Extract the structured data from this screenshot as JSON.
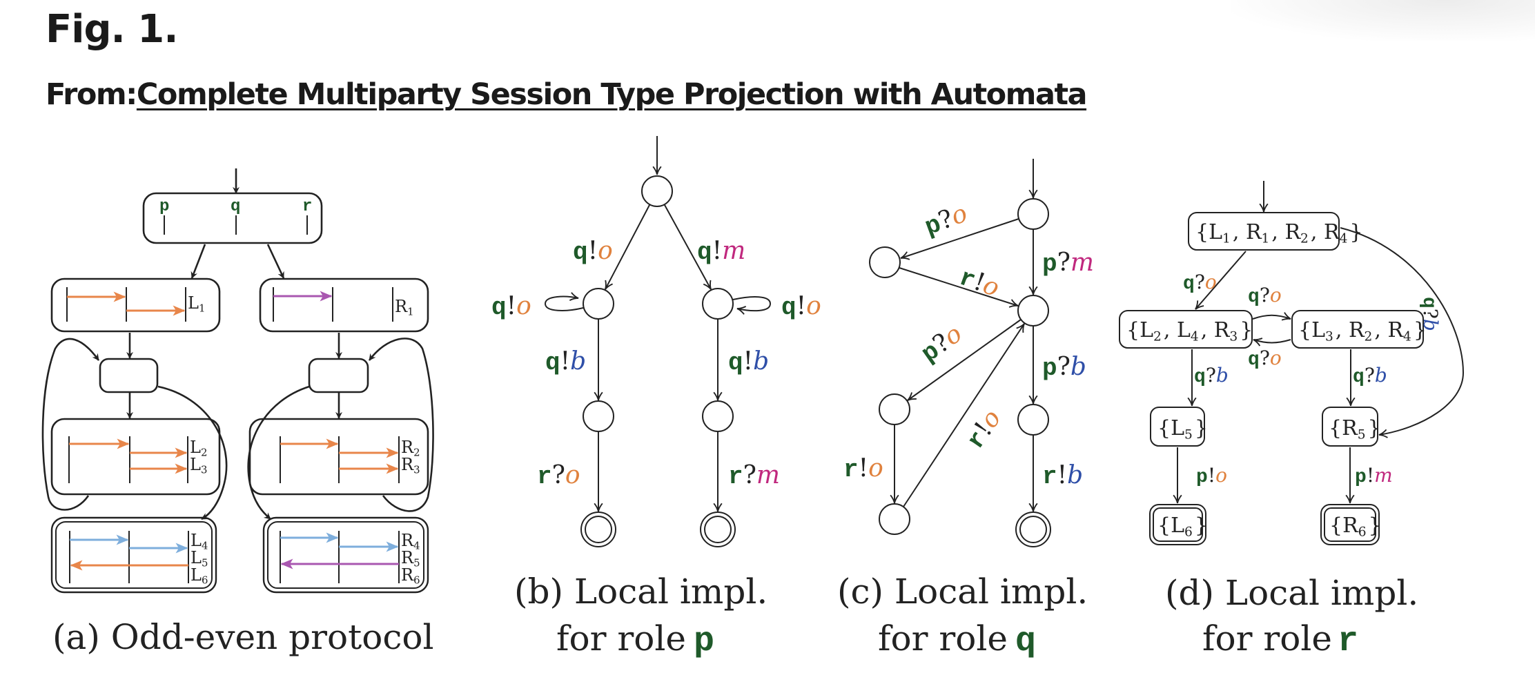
{
  "header": {
    "figure_label": "Fig. 1.",
    "from_prefix": "From:",
    "paper_title": "Complete Multiparty Session Type Projection with Automata"
  },
  "colors": {
    "role": "#1f5a2a",
    "msg_o": "#e0823e",
    "msg_m": "#c0287e",
    "msg_b": "#2f4fa8",
    "arrow_orange": "#e8864a",
    "arrow_purple": "#a957b0",
    "arrow_blue": "#7eaedc",
    "stroke": "#222222"
  },
  "panel_a": {
    "caption": "(a) Odd-even protocol",
    "roles": [
      "p",
      "q",
      "r"
    ],
    "boxes": {
      "L1": [
        "L1"
      ],
      "R1": [
        "R1"
      ],
      "L23": [
        "L2",
        "L3"
      ],
      "R23": [
        "R2",
        "R3"
      ],
      "L456": [
        "L4",
        "L5",
        "L6"
      ],
      "R456": [
        "R4",
        "R5",
        "R6"
      ]
    }
  },
  "panel_b": {
    "caption_line1": "(b) Local impl.",
    "caption_line2": "for role",
    "caption_role": "p",
    "edges": [
      {
        "role": "q",
        "op": "!",
        "msg": "o"
      },
      {
        "role": "q",
        "op": "!",
        "msg": "m"
      },
      {
        "role": "q",
        "op": "!",
        "msg": "o"
      },
      {
        "role": "q",
        "op": "!",
        "msg": "o"
      },
      {
        "role": "q",
        "op": "!",
        "msg": "b"
      },
      {
        "role": "q",
        "op": "!",
        "msg": "b"
      },
      {
        "role": "r",
        "op": "?",
        "msg": "o"
      },
      {
        "role": "r",
        "op": "?",
        "msg": "m"
      }
    ]
  },
  "panel_c": {
    "caption_line1": "(c) Local impl.",
    "caption_line2": "for role",
    "caption_role": "q",
    "edges": [
      {
        "role": "p",
        "op": "?",
        "msg": "o"
      },
      {
        "role": "r",
        "op": "!",
        "msg": "o"
      },
      {
        "role": "p",
        "op": "?",
        "msg": "m"
      },
      {
        "role": "p",
        "op": "?",
        "msg": "o"
      },
      {
        "role": "r",
        "op": "!",
        "msg": "o"
      },
      {
        "role": "p",
        "op": "?",
        "msg": "b"
      },
      {
        "role": "r",
        "op": "!",
        "msg": "o"
      },
      {
        "role": "r",
        "op": "!",
        "msg": "b"
      }
    ]
  },
  "panel_d": {
    "caption_line1": "(d) Local impl.",
    "caption_line2": "for role",
    "caption_role": "r",
    "states": {
      "s0": "{L1, R1, R2, R4}",
      "s1": "{L2, L4, R3}",
      "s2": "{L3, R2, R4}",
      "s3": "{L5}",
      "s4": "{R5}",
      "s5": "{L6}",
      "s6": "{R6}"
    },
    "edges": [
      {
        "role": "q",
        "op": "?",
        "msg": "o"
      },
      {
        "role": "q",
        "op": "?",
        "msg": "o"
      },
      {
        "role": "q",
        "op": "?",
        "msg": "o"
      },
      {
        "role": "q",
        "op": "?",
        "msg": "b"
      },
      {
        "role": "q",
        "op": "?",
        "msg": "b"
      },
      {
        "role": "q",
        "op": "?",
        "msg": "b"
      },
      {
        "role": "p",
        "op": "!",
        "msg": "o"
      },
      {
        "role": "p",
        "op": "!",
        "msg": "m"
      }
    ]
  }
}
